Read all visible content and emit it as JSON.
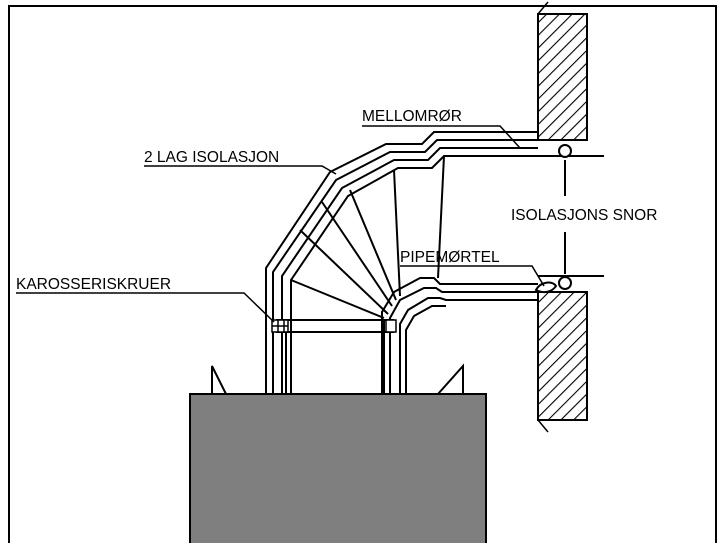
{
  "labels": {
    "mellomror": "MELLOMRØR",
    "isolasjon": "2 LAG ISOLASJON",
    "isolasjons_snor": "ISOLASJONS SNOR",
    "pipemortel": "PIPEMØRTEL",
    "karosseriskruer": "KAROSSERISKRUER"
  },
  "colors": {
    "line": "#000000",
    "stove_fill": "#7f7f7f",
    "background": "#ffffff"
  }
}
